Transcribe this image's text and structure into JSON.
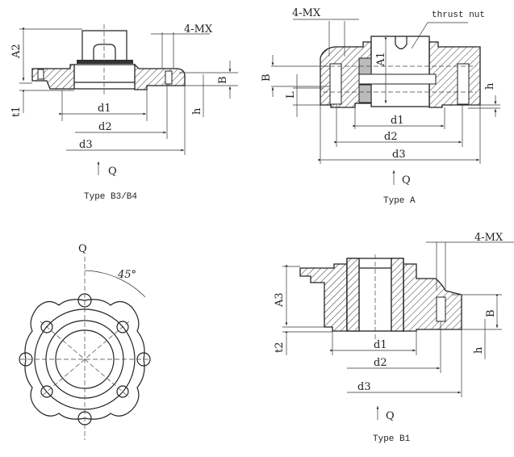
{
  "views": {
    "b3b4": {
      "caption": "Type B3/B4",
      "labels": {
        "mx": "4-MX",
        "a2": "A2",
        "t1": "t1",
        "b": "B",
        "h": "h",
        "d1": "d1",
        "d2": "d2",
        "d3": "d3",
        "q": "Q"
      }
    },
    "a": {
      "caption": "Type A",
      "labels": {
        "mx": "4-MX",
        "thrust_nut": "thrust nut",
        "b": "B",
        "l": "L",
        "a1": "A1",
        "h": "h",
        "d1": "d1",
        "d2": "d2",
        "d3": "d3",
        "q": "Q"
      }
    },
    "top": {
      "labels": {
        "q": "Q",
        "angle": "45°"
      }
    },
    "b1": {
      "caption": "Type B1",
      "labels": {
        "mx": "4-MX",
        "a3": "A3",
        "t2": "t2",
        "b": "B",
        "h": "h",
        "d1": "d1",
        "d2": "d2",
        "d3": "d3",
        "q": "Q"
      }
    }
  }
}
